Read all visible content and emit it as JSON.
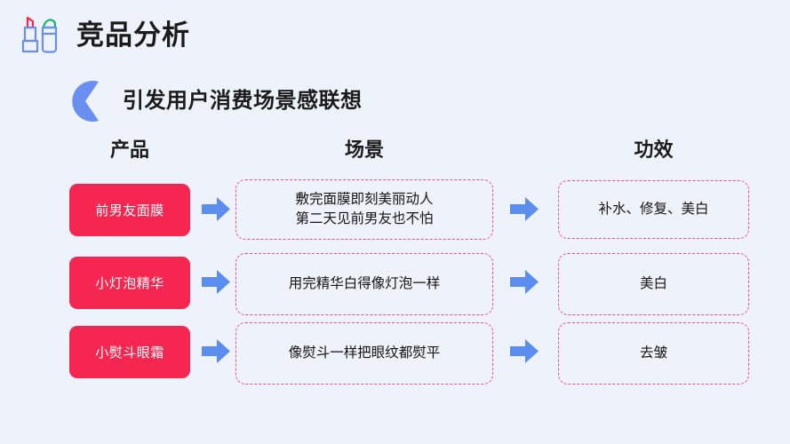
{
  "slide": {
    "background_color": "#eef2fa",
    "title": "竞品分析",
    "title_icon": "cosmetics-lipstick-brush-icon",
    "subtitle": "引发用户消费场景感联想",
    "subtitle_icon": "pacman-arc-icon",
    "accent_pink": "#f5264f",
    "accent_blue": "#5b8def",
    "dashed_border_color": "#ef4f7b"
  },
  "columns": {
    "product": "产品",
    "scene": "场景",
    "effect": "功效"
  },
  "rows": [
    {
      "product": "前男友面膜",
      "scene": "敷完面膜即刻美丽动人\n第二天见前男友也不怕",
      "effect": "补水、修复、美白",
      "arrow_icon": "arrow-right-icon"
    },
    {
      "product": "小灯泡精华",
      "scene": "用完精华白得像灯泡一样",
      "effect": "美白",
      "arrow_icon": "arrow-right-icon"
    },
    {
      "product": "小熨斗眼霜",
      "scene": "像熨斗一样把眼纹都熨平",
      "effect": "去皱",
      "arrow_icon": "arrow-right-icon"
    }
  ]
}
